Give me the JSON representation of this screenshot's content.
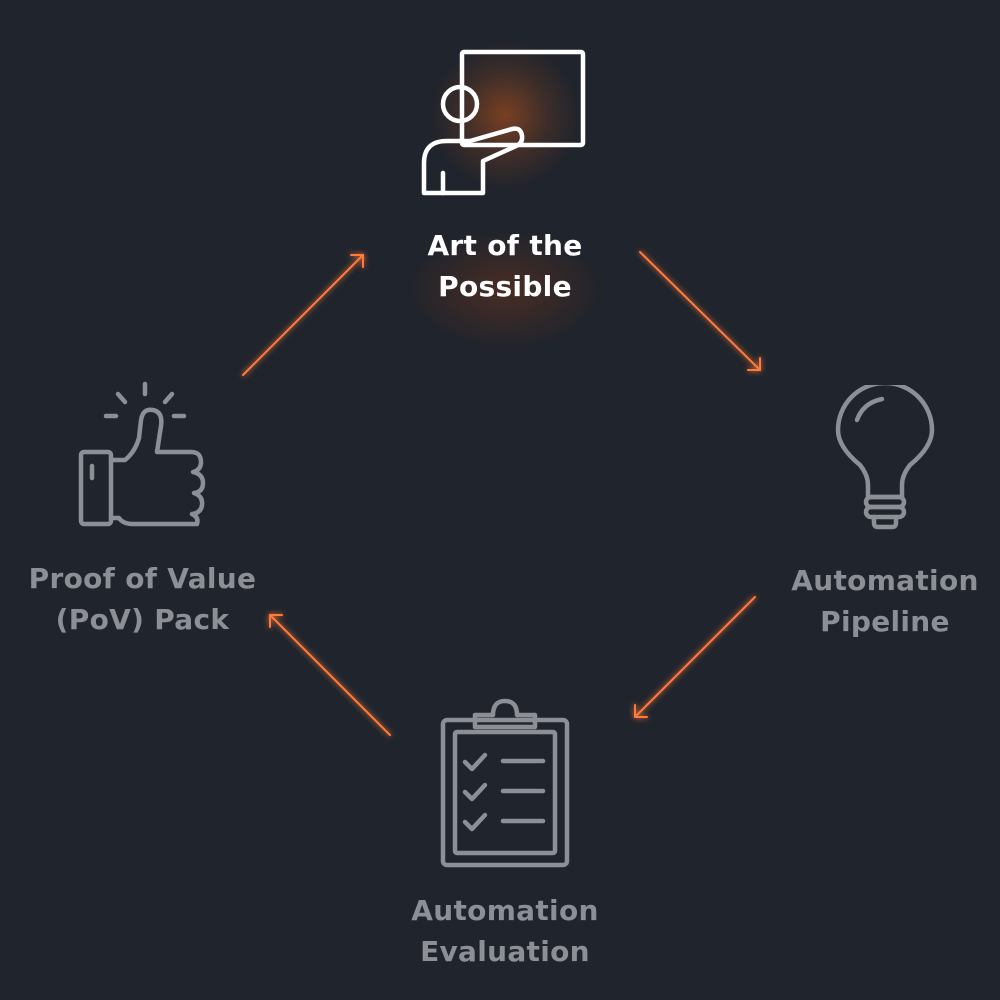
{
  "colors": {
    "background": "#20242c",
    "active": "#ffffff",
    "inactive": "#8c8f95",
    "arrow": "#ff7a3a",
    "glow": "#c2561b"
  },
  "steps": [
    {
      "id": "art",
      "icon": "presenter-whiteboard-icon",
      "active": true,
      "lines": [
        "Art of the",
        "Possible"
      ]
    },
    {
      "id": "pipeline",
      "icon": "lightbulb-icon",
      "active": false,
      "lines": [
        "Automation",
        "Pipeline"
      ]
    },
    {
      "id": "evaluation",
      "icon": "clipboard-checklist-icon",
      "active": false,
      "lines": [
        "Automation",
        "Evaluation"
      ]
    },
    {
      "id": "pov",
      "icon": "thumbs-up-icon",
      "active": false,
      "lines": [
        "Proof of Value",
        "(PoV) Pack"
      ]
    }
  ],
  "flow": [
    "art",
    "pipeline",
    "evaluation",
    "pov",
    "art"
  ]
}
